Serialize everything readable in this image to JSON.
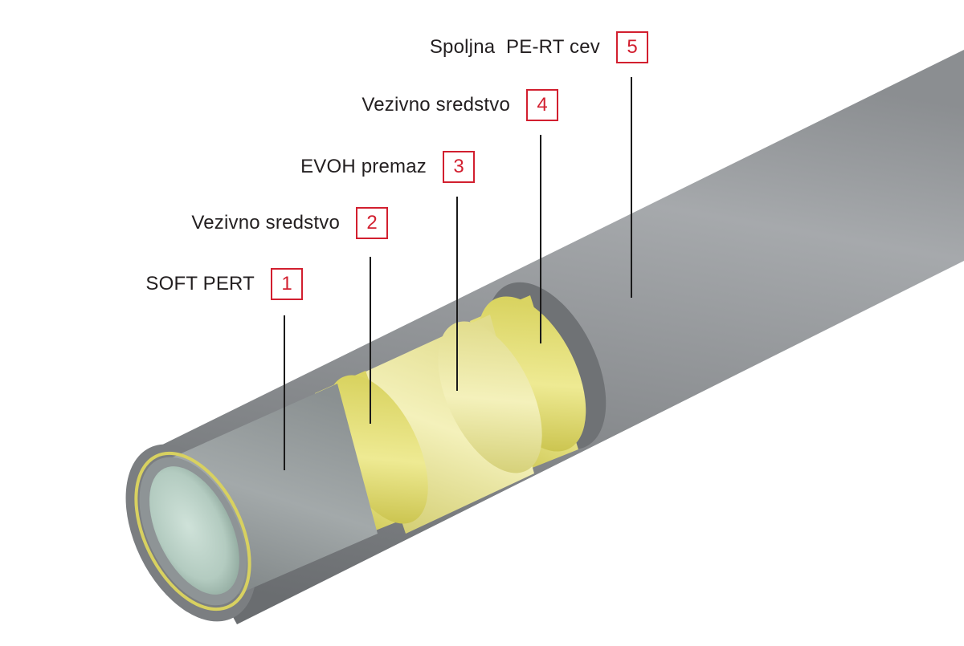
{
  "diagram": {
    "colors": {
      "pipe_gray": "#8c8f92",
      "inner_gray": "#9ea5a6",
      "yellow_layer": "#e9e57a",
      "bore_green": "#bfd6cc",
      "badge_red": "#d21f2f",
      "text": "#231f20"
    },
    "layers": [
      {
        "number": "1",
        "name": "SOFT PERT"
      },
      {
        "number": "2",
        "name": "Vezivno sredstvo"
      },
      {
        "number": "3",
        "name": "EVOH premaz"
      },
      {
        "number": "4",
        "name": "Vezivno sredstvo"
      },
      {
        "number": "5",
        "name": "Spoljna  PE-RT cev"
      }
    ]
  }
}
